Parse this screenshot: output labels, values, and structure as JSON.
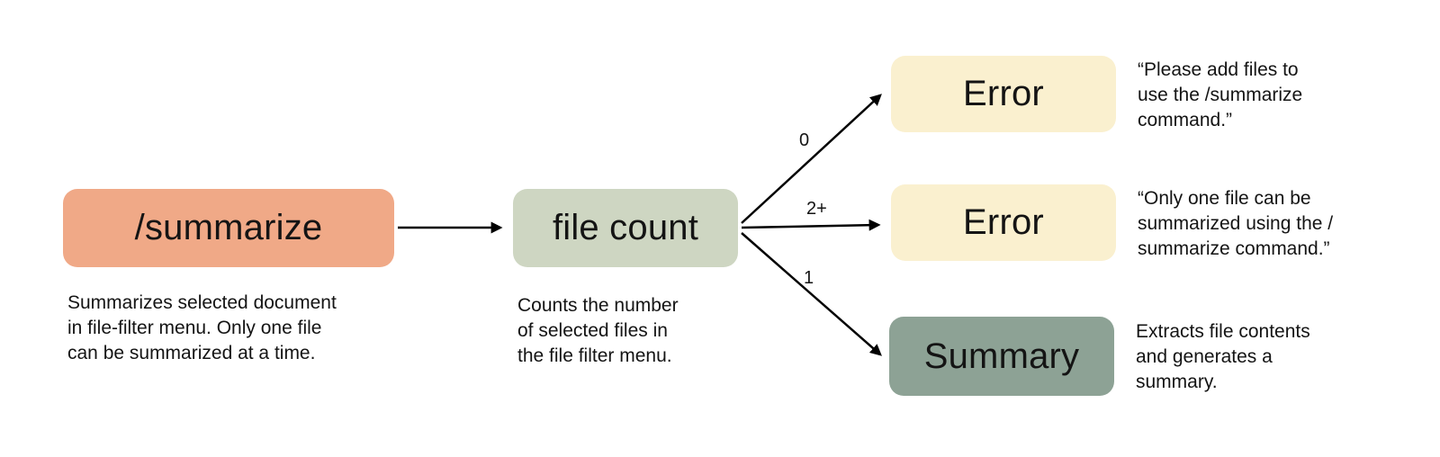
{
  "diagram": {
    "nodes": {
      "summarize": {
        "label": "/summarize",
        "color": "#f0a987",
        "caption": "Summarizes selected document\nin file-filter menu. Only one file\ncan be summarized at a time."
      },
      "file_count": {
        "label": "file count",
        "color": "#ced6c2",
        "caption": "Counts the number\nof selected files in\nthe file filter menu."
      },
      "error_zero": {
        "label": "Error",
        "color": "#faf0cf",
        "note": "“Please add files to\nuse the /summarize\ncommand.”"
      },
      "error_two_plus": {
        "label": "Error",
        "color": "#faf0cf",
        "note": "“Only one file can be\nsummarized using the /\nsummarize command.”"
      },
      "summary": {
        "label": "Summary",
        "color": "#8da295",
        "note": "Extracts file contents\nand generates a\nsummary."
      }
    },
    "edge_labels": {
      "zero": "0",
      "two_plus": "2+",
      "one": "1"
    },
    "line_color": "#000000"
  }
}
